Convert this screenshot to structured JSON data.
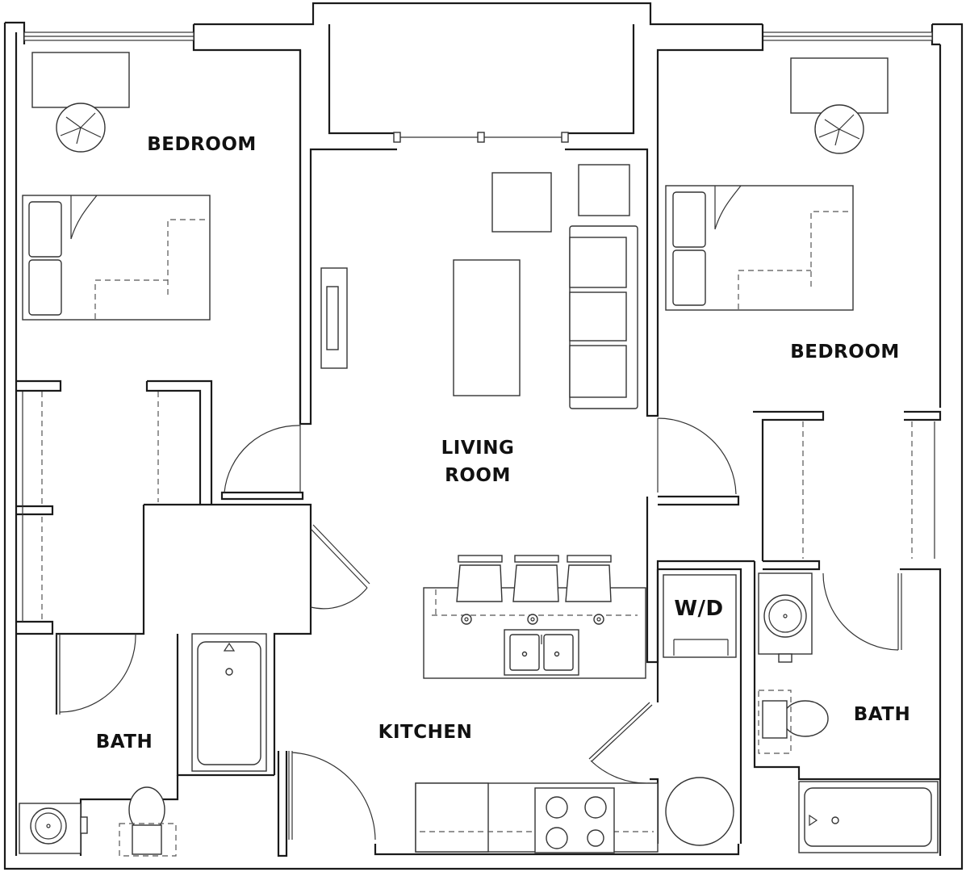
{
  "rooms": {
    "bedroom_left": "BEDROOM",
    "bedroom_right": "BEDROOM",
    "living_line1": "LIVING",
    "living_line2": "ROOM",
    "kitchen": "KITCHEN",
    "bath_left": "BATH",
    "bath_right": "BATH",
    "laundry": "W/D"
  },
  "colors": {
    "line": "#1a1a1a",
    "background": "#ffffff"
  }
}
